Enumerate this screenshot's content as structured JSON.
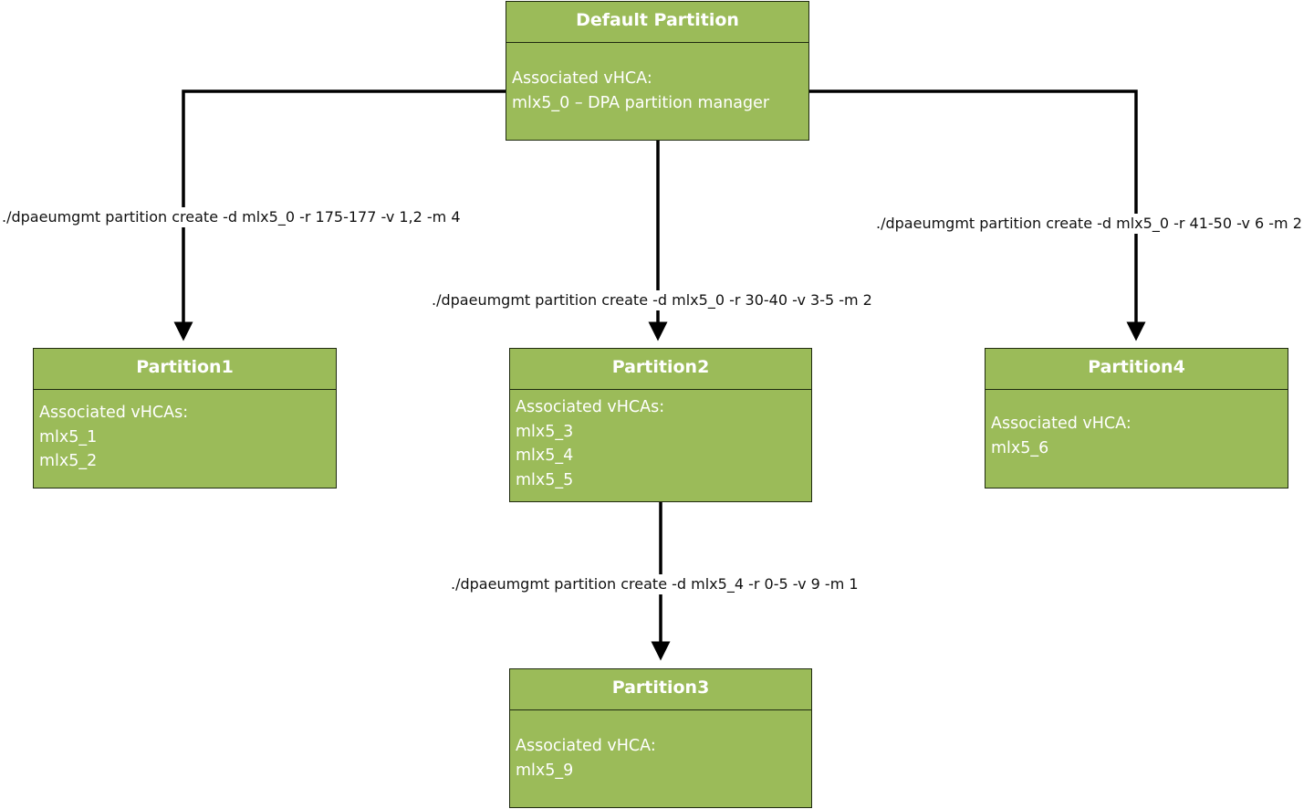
{
  "colors": {
    "node_fill": "#9bbb59",
    "node_border": "#1f2a10",
    "node_text": "#ffffff",
    "connector": "#000000"
  },
  "nodes": {
    "default": {
      "title": "Default Partition",
      "lines": [
        "Associated vHCA:",
        "mlx5_0 – DPA partition manager"
      ]
    },
    "partition1": {
      "title": "Partition1",
      "lines": [
        "Associated vHCAs:",
        "mlx5_1",
        "mlx5_2"
      ]
    },
    "partition2": {
      "title": "Partition2",
      "lines": [
        "Associated vHCAs:",
        "mlx5_3",
        "mlx5_4",
        "mlx5_5"
      ]
    },
    "partition3": {
      "title": "Partition3",
      "lines": [
        "Associated vHCA:",
        "mlx5_9"
      ]
    },
    "partition4": {
      "title": "Partition4",
      "lines": [
        "Associated vHCA:",
        "mlx5_6"
      ]
    }
  },
  "commands": {
    "to_partition1": "./dpaeumgmt partition create -d mlx5_0 -r 175-177 -v 1,2 -m 4",
    "to_partition2": "./dpaeumgmt partition create -d mlx5_0 -r 30-40 -v 3-5 -m 2",
    "to_partition4": "./dpaeumgmt partition create -d mlx5_0 -r 41-50 -v 6 -m 2",
    "to_partition3": "./dpaeumgmt partition create -d mlx5_4 -r 0-5 -v 9 -m 1"
  }
}
